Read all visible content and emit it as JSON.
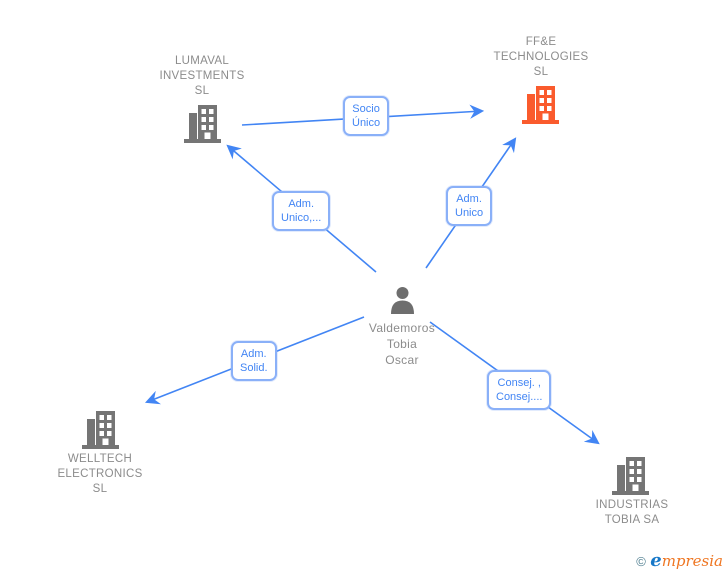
{
  "colors": {
    "edge_blue": "#4285f4",
    "label_border_blue": "#8ab0f8",
    "label_text_blue": "#4285f4",
    "company_gray": "#757575",
    "company_text_gray": "#8c8c8c",
    "person_gray": "#6e6e6e",
    "ffe_orange": "#fa5b2d",
    "logo_copyright_teal": "#4d7d8f",
    "logo_e_blue": "#1778c8",
    "logo_text_orange": "#ef7622"
  },
  "nodes": {
    "lumaval": {
      "type": "company",
      "name_lines": [
        "LUMAVAL",
        "INVESTMENTS",
        "SL"
      ]
    },
    "ffe": {
      "type": "company",
      "name_lines": [
        "FF&E",
        "TECHNOLOGIES",
        "SL"
      ]
    },
    "person": {
      "type": "person",
      "name_lines": [
        "Valdemoros",
        "Tobia",
        "Oscar"
      ]
    },
    "welltech": {
      "type": "company",
      "name_lines": [
        "WELLTECH",
        "ELECTRONICS",
        "SL"
      ]
    },
    "industrias": {
      "type": "company",
      "name_lines": [
        "INDUSTRIAS",
        "TOBIA SA"
      ]
    }
  },
  "edges": [
    {
      "from": "lumaval",
      "to": "ffe",
      "label_lines": [
        "Socio",
        "Único"
      ]
    },
    {
      "from": "person",
      "to": "lumaval",
      "label_lines": [
        "Adm.",
        "Unico,..."
      ]
    },
    {
      "from": "person",
      "to": "ffe",
      "label_lines": [
        "Adm.",
        "Unico"
      ]
    },
    {
      "from": "person",
      "to": "welltech",
      "label_lines": [
        "Adm.",
        "Solid."
      ]
    },
    {
      "from": "person",
      "to": "industrias",
      "label_lines": [
        "Consej. ,",
        "Consej...."
      ]
    }
  ],
  "watermark": {
    "copyright": "©",
    "brand_initial": "e",
    "brand_rest": "mpresia"
  }
}
